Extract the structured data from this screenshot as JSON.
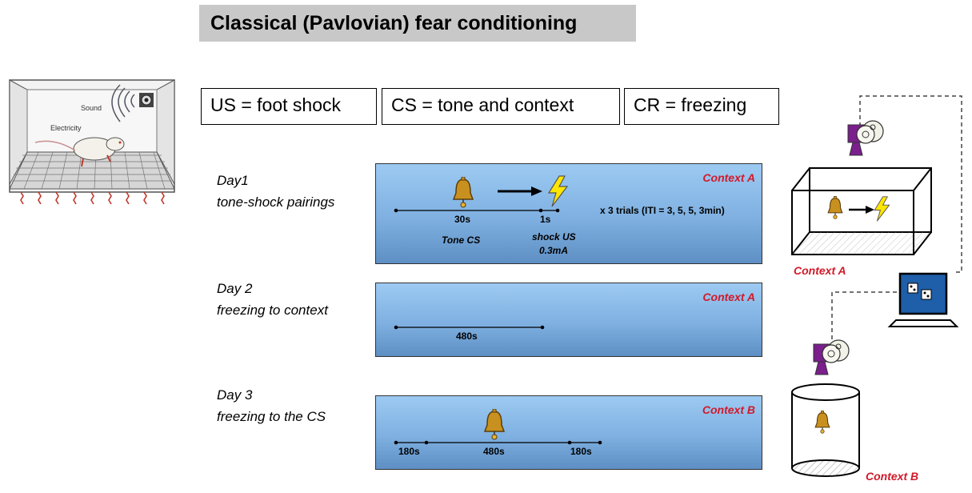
{
  "title": "Classical (Pavlovian) fear conditioning",
  "definitions": {
    "us": "US = foot shock",
    "cs": "CS = tone and context",
    "cr": "CR = freezing"
  },
  "illustration": {
    "sound_label": "Sound",
    "electricity_label": "Electricity"
  },
  "days": [
    {
      "line1": "Day1",
      "line2": "tone-shock pairings",
      "context": "Context A",
      "duration_tone": "30s",
      "duration_shock": "1s",
      "trials": "x 3 trials  (ITI = 3, 5, 5, 3min)",
      "tone_label": "Tone CS",
      "shock_label": "shock US",
      "shock_current": "0.3mA"
    },
    {
      "line1": "Day 2",
      "line2": "freezing to context",
      "context": "Context A",
      "duration": "480s"
    },
    {
      "line1": "Day 3",
      "line2": "freezing to the CS",
      "context": "Context B",
      "pre": "180s",
      "tone": "480s",
      "post": "180s"
    }
  ],
  "setup": {
    "context_a_label": "Context A",
    "context_b_label": "Context B"
  },
  "colors": {
    "context_red": "#d11a2a",
    "bell": "#c8901e",
    "bolt": "#ffe600",
    "camera_purple": "#7a1f8c",
    "monitor_blue": "#1f5ea8"
  }
}
